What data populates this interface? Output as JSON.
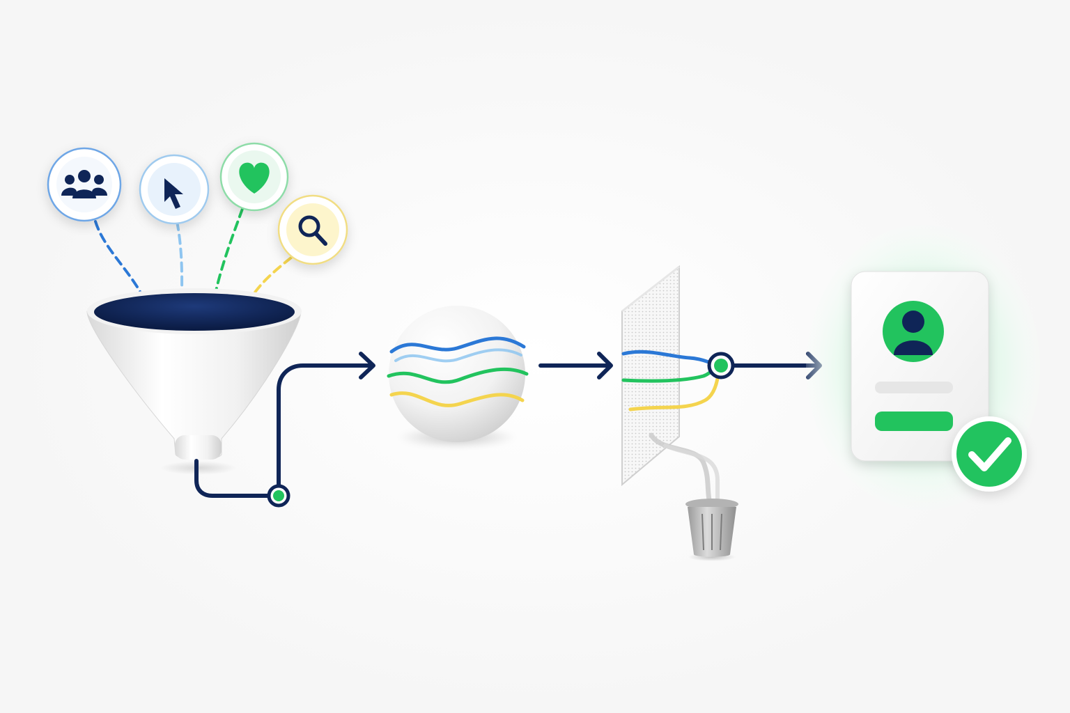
{
  "colors": {
    "navy": "#0f2557",
    "blue": "#2b78d6",
    "light_blue": "#8ec5f0",
    "green": "#22c35e",
    "yellow": "#f4d44e",
    "gray": "#b8b8b8",
    "background": "#fdfdfd"
  },
  "sources": [
    {
      "icon": "users-icon",
      "color": "#2b78d6"
    },
    {
      "icon": "cursor-icon",
      "color": "#8ec5f0"
    },
    {
      "icon": "heart-icon",
      "color": "#22c35e"
    },
    {
      "icon": "search-icon",
      "color": "#f4d44e"
    }
  ],
  "stages": [
    {
      "name": "funnel",
      "icon": "funnel-icon"
    },
    {
      "name": "mixing-sphere",
      "icon": "sphere-icon"
    },
    {
      "name": "filter-mesh",
      "icon": "mesh-filter-icon"
    },
    {
      "name": "discard",
      "icon": "trash-can-icon"
    },
    {
      "name": "profile-card",
      "icon": "profile-card-icon"
    },
    {
      "name": "verified",
      "icon": "check-badge-icon"
    }
  ],
  "connector_markers": [
    {
      "name": "funnel-output-node",
      "color": "#22c35e"
    },
    {
      "name": "filter-output-node",
      "color": "#22c35e"
    }
  ]
}
